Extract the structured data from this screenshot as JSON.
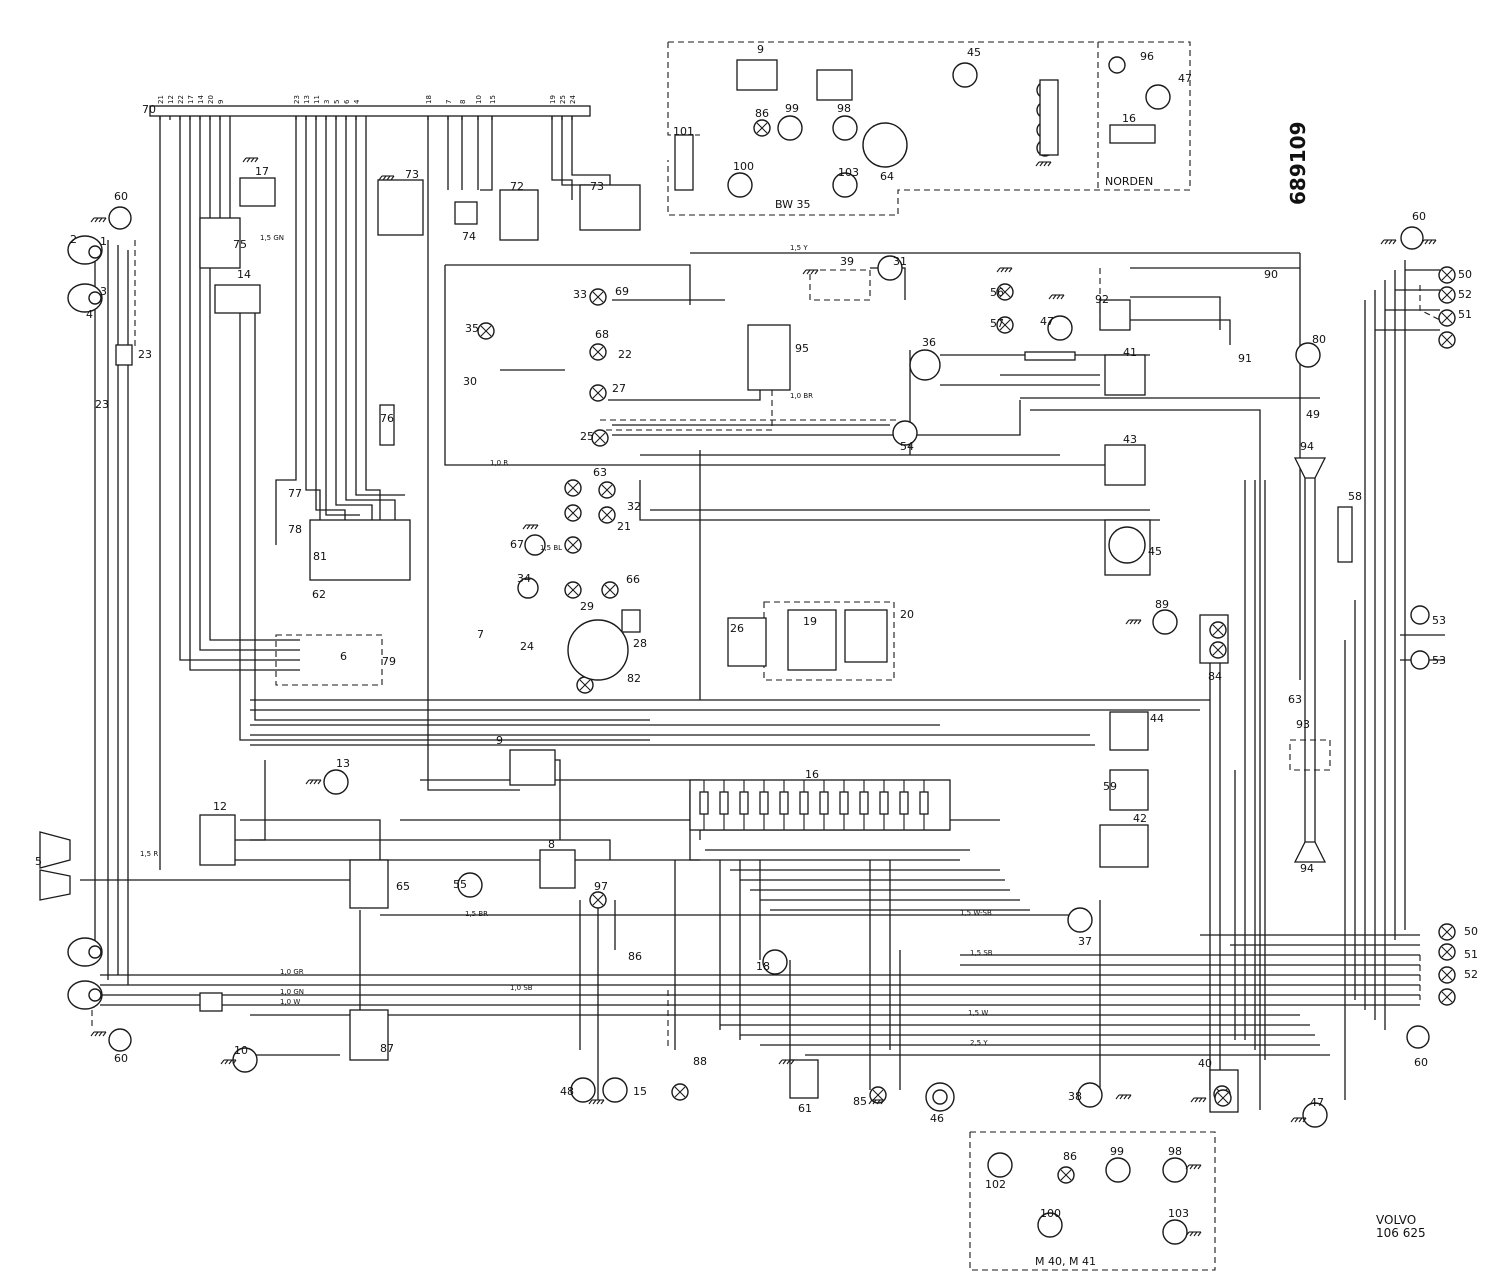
{
  "drawing_number": "689109",
  "maker": "VOLVO",
  "maker_ref": "106 625",
  "regions": {
    "bw35": "BW 35",
    "norden": "NORDEN",
    "m40": "M 40, M 41"
  },
  "connector_block_number": "70",
  "connector_terminals": [
    "21",
    "12",
    "22",
    "17",
    "14",
    "20",
    "9",
    "23",
    "13",
    "11",
    "3",
    "5",
    "6",
    "4",
    "18",
    "7",
    "8",
    "10",
    "15",
    "19",
    "25",
    "24"
  ],
  "wire_labels": [
    "1,5 BL",
    "1,5 GN",
    "1,5 Y",
    "1,0 R",
    "1,0 SB",
    "1,5 W-SB",
    "1,0 BR",
    "1,5 BR",
    "2,5 Y",
    "1,0 GR",
    "1,0 GN",
    "1,0 W",
    "1,5 SB",
    "1,5 R",
    "1,5 W"
  ],
  "components": [
    {
      "id": "c60a",
      "num": "60"
    },
    {
      "id": "c2a",
      "num": "2"
    },
    {
      "id": "c1a",
      "num": "1"
    },
    {
      "id": "c3a",
      "num": "3"
    },
    {
      "id": "c4a",
      "num": "4"
    },
    {
      "id": "c23a",
      "num": "23"
    },
    {
      "id": "c23b",
      "num": "23"
    },
    {
      "id": "c75",
      "num": "75"
    },
    {
      "id": "c17",
      "num": "17"
    },
    {
      "id": "c14",
      "num": "14"
    },
    {
      "id": "c73a",
      "num": "73"
    },
    {
      "id": "c74",
      "num": "74"
    },
    {
      "id": "c72",
      "num": "72"
    },
    {
      "id": "c73b",
      "num": "73"
    },
    {
      "id": "c69",
      "num": "69"
    },
    {
      "id": "c33a",
      "num": "33"
    },
    {
      "id": "c35",
      "num": "35"
    },
    {
      "id": "c68",
      "num": "68"
    },
    {
      "id": "c22",
      "num": "22"
    },
    {
      "id": "c30",
      "num": "30"
    },
    {
      "id": "c27",
      "num": "27"
    },
    {
      "id": "c25",
      "num": "25"
    },
    {
      "id": "c76",
      "num": "76"
    },
    {
      "id": "c77",
      "num": "77"
    },
    {
      "id": "c78",
      "num": "78"
    },
    {
      "id": "c81",
      "num": "81"
    },
    {
      "id": "c62",
      "num": "62"
    },
    {
      "id": "c63a",
      "num": "63"
    },
    {
      "id": "c32",
      "num": "32"
    },
    {
      "id": "c21",
      "num": "21"
    },
    {
      "id": "c67",
      "num": "67"
    },
    {
      "id": "c34",
      "num": "34"
    },
    {
      "id": "c29",
      "num": "29"
    },
    {
      "id": "c66",
      "num": "66"
    },
    {
      "id": "c28",
      "num": "28"
    },
    {
      "id": "c7",
      "num": "7"
    },
    {
      "id": "c79",
      "num": "79"
    },
    {
      "id": "c6",
      "num": "6"
    },
    {
      "id": "c24a",
      "num": "24"
    },
    {
      "id": "c82",
      "num": "82"
    },
    {
      "id": "c95",
      "num": "95"
    },
    {
      "id": "c39",
      "num": "39"
    },
    {
      "id": "c31",
      "num": "31"
    },
    {
      "id": "c36",
      "num": "36"
    },
    {
      "id": "c54",
      "num": "54"
    },
    {
      "id": "c56",
      "num": "56"
    },
    {
      "id": "c57",
      "num": "57"
    },
    {
      "id": "c47a",
      "num": "47"
    },
    {
      "id": "c41",
      "num": "41"
    },
    {
      "id": "c92",
      "num": "92"
    },
    {
      "id": "c90",
      "num": "90"
    },
    {
      "id": "c91",
      "num": "91"
    },
    {
      "id": "c80",
      "num": "80"
    },
    {
      "id": "c49",
      "num": "49"
    },
    {
      "id": "c43",
      "num": "43"
    },
    {
      "id": "c45a",
      "num": "45"
    },
    {
      "id": "c94a",
      "num": "94"
    },
    {
      "id": "c58",
      "num": "58"
    },
    {
      "id": "c26",
      "num": "26"
    },
    {
      "id": "c19",
      "num": "19"
    },
    {
      "id": "c20",
      "num": "20"
    },
    {
      "id": "c89",
      "num": "89"
    },
    {
      "id": "c84",
      "num": "84"
    },
    {
      "id": "c53a",
      "num": "53"
    },
    {
      "id": "c53b",
      "num": "53"
    },
    {
      "id": "c63b",
      "num": "63"
    },
    {
      "id": "c93",
      "num": "93"
    },
    {
      "id": "c44",
      "num": "44"
    },
    {
      "id": "c59",
      "num": "59"
    },
    {
      "id": "c42",
      "num": "42"
    },
    {
      "id": "c94b",
      "num": "94"
    },
    {
      "id": "c16a",
      "num": "16"
    },
    {
      "id": "c9a",
      "num": "9"
    },
    {
      "id": "c13",
      "num": "13"
    },
    {
      "id": "c12",
      "num": "12"
    },
    {
      "id": "c5",
      "num": "5"
    },
    {
      "id": "c65",
      "num": "65"
    },
    {
      "id": "c8",
      "num": "8"
    },
    {
      "id": "c55",
      "num": "55"
    },
    {
      "id": "c97",
      "num": "97"
    },
    {
      "id": "c86a",
      "num": "86"
    },
    {
      "id": "c18",
      "num": "18"
    },
    {
      "id": "c37",
      "num": "37"
    },
    {
      "id": "c10",
      "num": "10"
    },
    {
      "id": "c87",
      "num": "87"
    },
    {
      "id": "c48",
      "num": "48"
    },
    {
      "id": "c15",
      "num": "15"
    },
    {
      "id": "c88",
      "num": "88"
    },
    {
      "id": "c61",
      "num": "61"
    },
    {
      "id": "c85",
      "num": "85"
    },
    {
      "id": "c46",
      "num": "46"
    },
    {
      "id": "c38",
      "num": "38"
    },
    {
      "id": "c40",
      "num": "40"
    },
    {
      "id": "c47b",
      "num": "47"
    },
    {
      "id": "c60b",
      "num": "60"
    },
    {
      "id": "c60c",
      "num": "60"
    },
    {
      "id": "c60d",
      "num": "60"
    },
    {
      "id": "c50a",
      "num": "50"
    },
    {
      "id": "c51a",
      "num": "51"
    },
    {
      "id": "c52a",
      "num": "52"
    },
    {
      "id": "c50b",
      "num": "50"
    },
    {
      "id": "c51b",
      "num": "51"
    },
    {
      "id": "c52b",
      "num": "52"
    },
    {
      "id": "c9b",
      "num": "9"
    },
    {
      "id": "c45b",
      "num": "45"
    },
    {
      "id": "c96",
      "num": "96"
    },
    {
      "id": "c47c",
      "num": "47"
    },
    {
      "id": "c16b",
      "num": "16"
    },
    {
      "id": "c101",
      "num": "101"
    },
    {
      "id": "c86b",
      "num": "86"
    },
    {
      "id": "c99a",
      "num": "99"
    },
    {
      "id": "c98a",
      "num": "98"
    },
    {
      "id": "c100a",
      "num": "100"
    },
    {
      "id": "c103a",
      "num": "103"
    },
    {
      "id": "c64",
      "num": "64"
    },
    {
      "id": "c102",
      "num": "102"
    },
    {
      "id": "c86c",
      "num": "86"
    },
    {
      "id": "c99b",
      "num": "99"
    },
    {
      "id": "c98b",
      "num": "98"
    },
    {
      "id": "c100b",
      "num": "100"
    },
    {
      "id": "c103b",
      "num": "103"
    }
  ]
}
